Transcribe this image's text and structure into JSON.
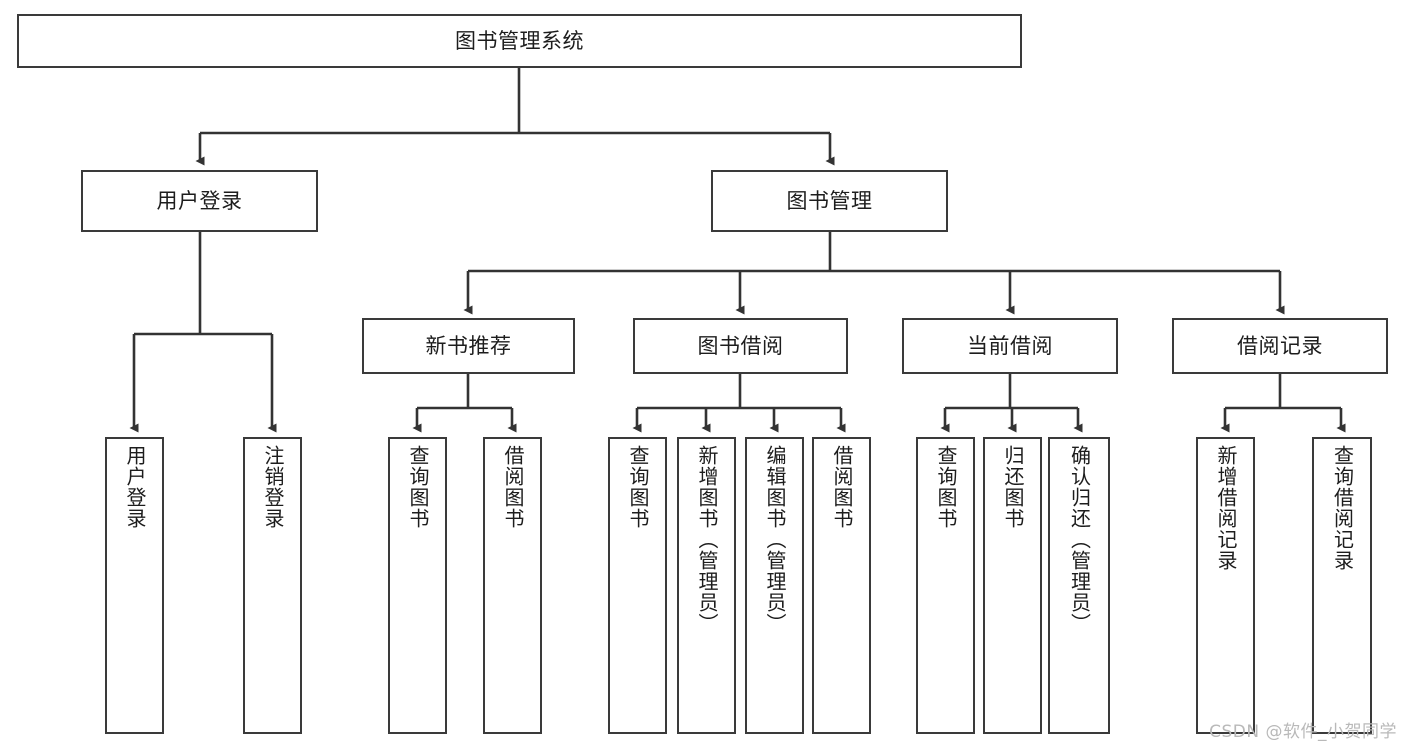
{
  "diagram": {
    "type": "tree",
    "title": "图书管理系统",
    "watermark": "CSDN @软件_小贺同学",
    "colors": {
      "background": "#ffffff",
      "node_border": "#3a3a3a",
      "node_fill": "#ffffff",
      "connector": "#333333",
      "text": "#1d1d1d",
      "watermark": "#b9b9b9"
    },
    "levels": {
      "level1": "系统",
      "level2": "模块",
      "level3": "子模块",
      "level4": "功能"
    },
    "nodes": {
      "root": {
        "label": "图书管理系统"
      },
      "level2": [
        {
          "id": "user-login",
          "label": "用户登录"
        },
        {
          "id": "book-manage",
          "label": "图书管理"
        }
      ],
      "level3": [
        {
          "id": "new-book-recommend",
          "label": "新书推荐",
          "parent": "book-manage"
        },
        {
          "id": "book-borrow",
          "label": "图书借阅",
          "parent": "book-manage"
        },
        {
          "id": "current-borrow",
          "label": "当前借阅",
          "parent": "book-manage"
        },
        {
          "id": "borrow-record",
          "label": "借阅记录",
          "parent": "book-manage"
        }
      ],
      "leaves": {
        "user-login": [
          {
            "id": "leaf-user-login",
            "label": "用户登录"
          },
          {
            "id": "leaf-user-logout",
            "label": "注销登录"
          }
        ],
        "new-book-recommend": [
          {
            "id": "leaf-query-book-1",
            "label": "查询图书"
          },
          {
            "id": "leaf-borrow-book-1",
            "label": "借阅图书"
          }
        ],
        "book-borrow": [
          {
            "id": "leaf-query-book-2",
            "label": "查询图书"
          },
          {
            "id": "leaf-add-book",
            "label": "新增图书（管理员）"
          },
          {
            "id": "leaf-edit-book",
            "label": "编辑图书（管理员）"
          },
          {
            "id": "leaf-borrow-book-2",
            "label": "借阅图书"
          }
        ],
        "current-borrow": [
          {
            "id": "leaf-query-book-3",
            "label": "查询图书"
          },
          {
            "id": "leaf-return-book",
            "label": "归还图书"
          },
          {
            "id": "leaf-confirm-return",
            "label": "确认归还（管理员）"
          }
        ],
        "borrow-record": [
          {
            "id": "leaf-add-record",
            "label": "新增借阅记录"
          },
          {
            "id": "leaf-query-record",
            "label": "查询借阅记录"
          }
        ]
      }
    }
  }
}
